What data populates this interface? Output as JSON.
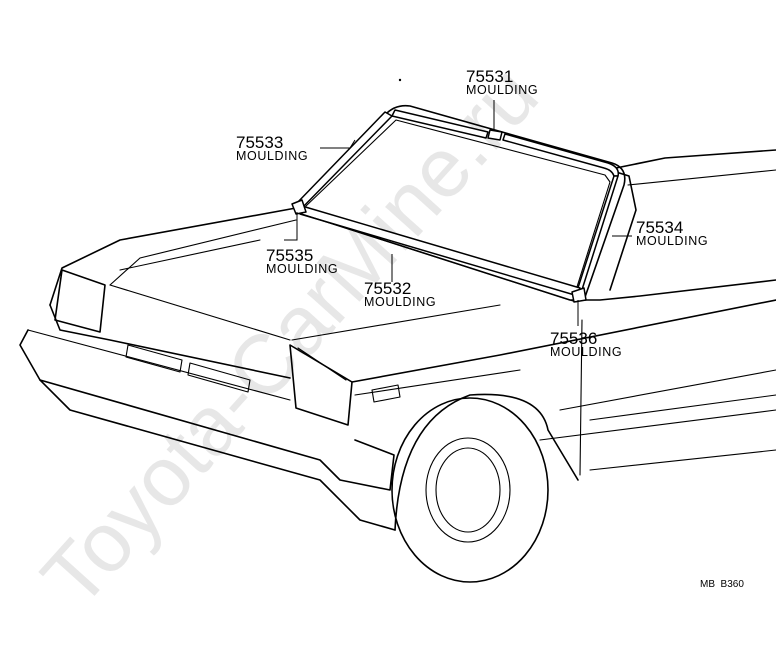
{
  "watermark": "Toyota-CarMine.ru",
  "parts": [
    {
      "number": "75531",
      "name": "MOULDING"
    },
    {
      "number": "75533",
      "name": "MOULDING"
    },
    {
      "number": "75534",
      "name": "MOULDING"
    },
    {
      "number": "75535",
      "name": "MOULDING"
    },
    {
      "number": "75532",
      "name": "MOULDING"
    },
    {
      "number": "75536",
      "name": "MOULDING"
    }
  ],
  "diagram_code": "MB  B360",
  "colors": {
    "line": "#000000",
    "background": "#ffffff",
    "watermark": "#d4d4d4"
  }
}
